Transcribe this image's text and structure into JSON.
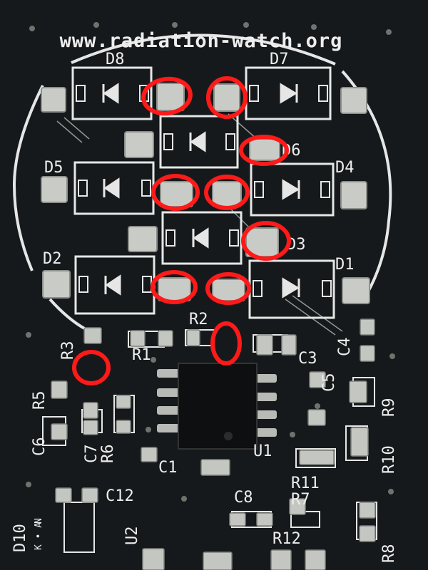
{
  "colors": {
    "board": "#15171a",
    "silkscreen": "#e6e6e6",
    "pad": "#c9cbc6",
    "pad_shadow": "#8c8f8a",
    "chip": "#0e0f10",
    "highlight": "#ff1a1a"
  },
  "url_text": "www.radiation-watch.org",
  "diodes": {
    "d1": "D1",
    "d2": "D2",
    "d3": "D3",
    "d4": "D4",
    "d5": "D5",
    "d6": "D6",
    "d7": "D7",
    "d8": "D8",
    "d10": "D10"
  },
  "components": {
    "r1": "R1",
    "r2": "R2",
    "r3": "R3",
    "r5": "R5",
    "r6": "R6",
    "r7": "R7",
    "r8": "R8",
    "r9": "R9",
    "r10": "R10",
    "r11": "R11",
    "r12": "R12",
    "c1": "C1",
    "c3": "C3",
    "c4": "C4",
    "c5": "C5",
    "c6": "C6",
    "c7": "C7",
    "c8": "C8",
    "c12": "C12",
    "u1": "U1",
    "u2": "U2"
  },
  "d10_pins": "K • A",
  "d10_pin_nums": "N",
  "highlighted_joints_count": 10
}
